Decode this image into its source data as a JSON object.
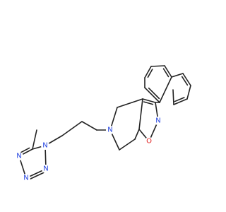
{
  "molecule": {
    "colors": {
      "bond": "#222222",
      "nitrogen": "#1f3fdf",
      "oxygen": "#e02020"
    },
    "atoms": [
      {
        "id": "n_tz1",
        "symbol": "N",
        "element": "nitrogen"
      },
      {
        "id": "n_tz2",
        "symbol": "N",
        "element": "nitrogen"
      },
      {
        "id": "n_tz3",
        "symbol": "N",
        "element": "nitrogen"
      },
      {
        "id": "n_tz4",
        "symbol": "N",
        "element": "nitrogen"
      },
      {
        "id": "n_ring",
        "symbol": "N",
        "element": "nitrogen"
      },
      {
        "id": "n_isox",
        "symbol": "N",
        "element": "nitrogen"
      },
      {
        "id": "o_isox",
        "symbol": "O",
        "element": "oxygen"
      }
    ]
  }
}
